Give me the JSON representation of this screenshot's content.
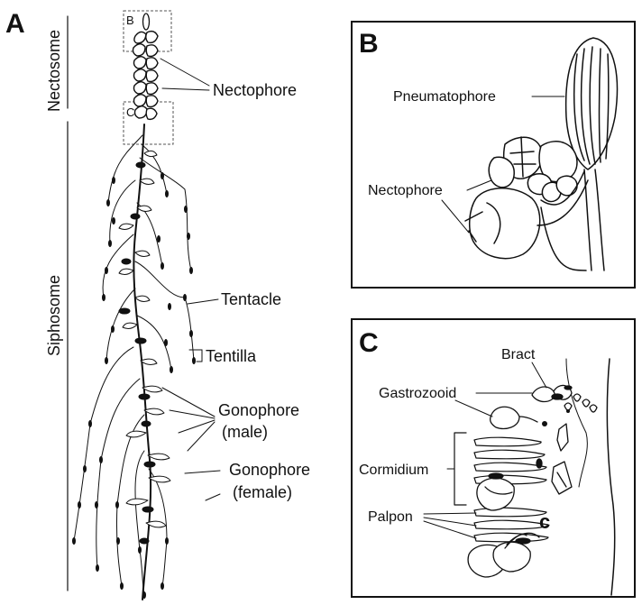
{
  "panel_a": {
    "letter": "A",
    "section_top": "Nectosome",
    "section_bottom": "Siphosome",
    "inset_b": "B",
    "inset_c": "C",
    "labels": {
      "nectophore": "Nectophore",
      "tentacle": "Tentacle",
      "tentilla": "Tentilla",
      "gonophore_male_1": "Gonophore",
      "gonophore_male_2": "(male)",
      "gonophore_female_1": "Gonophore",
      "gonophore_female_2": "(female)"
    }
  },
  "panel_b": {
    "letter": "B",
    "labels": {
      "pneumatophore": "Pneumatophore",
      "nectophore": "Nectophore"
    }
  },
  "panel_c": {
    "letter": "C",
    "labels": {
      "bract": "Bract",
      "gastrozooid": "Gastrozooid",
      "cormidium": "Cormidium",
      "palpon": "Palpon",
      "c_mark": "c"
    }
  }
}
